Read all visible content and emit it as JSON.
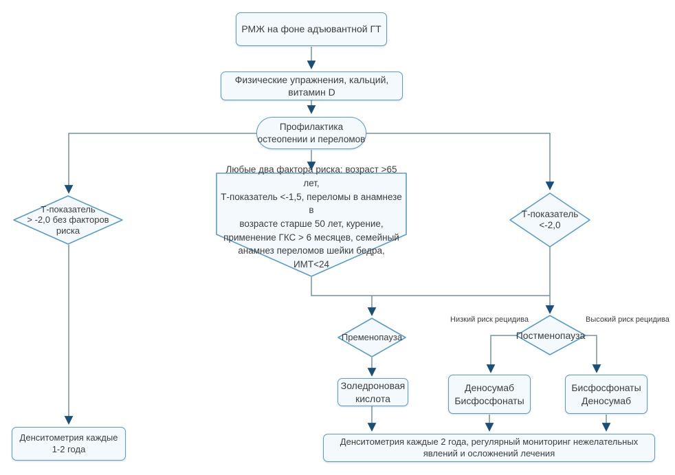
{
  "flowchart": {
    "nodes": {
      "start": {
        "label": "РМЖ на фоне адъювантной ГТ"
      },
      "physical": {
        "label": "Физические упражнения, кальций,\nвитамин D"
      },
      "prevention": {
        "label": "Профилактика\nостеопении и переломов"
      },
      "t_score_ok": {
        "label": "Т-показатель\n> -2,0 без факторов\nриска"
      },
      "risk_factors": {
        "label": "Любые два фактора риска: возраст >65 лет,\nТ-показатель <-1,5, переломы в анамнезе в\nвозрасте старше 50 лет, курение,\nприменение ГКС > 6 месяцев, семейный\nанамнез переломов шейки бедра,\nИМТ<24"
      },
      "t_score_low": {
        "label": "Т-показатель\n<-2,0"
      },
      "premenopause": {
        "label": "Пременопауза"
      },
      "postmenopause": {
        "label": "Постменопауза"
      },
      "zoledronic_acid": {
        "label": "Золедроновая\nкислота"
      },
      "denosumab_bisphosphonates": {
        "label": "Деносумаб\nБисфосфонаты"
      },
      "bisphosphonates_denosumab": {
        "label": "Бисфосфонаты\nДеносумаб"
      },
      "densitometry_1_2_years": {
        "label": "Денситометрия каждые\n1-2 года"
      },
      "densitometry_2_years": {
        "label": "Денситометрия каждые 2 года, регулярный мониторинг нежелательных\nявлений и осложнений лечения"
      }
    },
    "edge_labels": {
      "low_risk": "Низкий риск рецидива",
      "high_risk": "Высокий риск рецидива"
    },
    "colors": {
      "node_border": "#5f9abf",
      "node_fill": "#f3f9fd",
      "connector": "#76909d",
      "arrowhead": "#1d4e75",
      "text": "#3d3d3d"
    }
  }
}
